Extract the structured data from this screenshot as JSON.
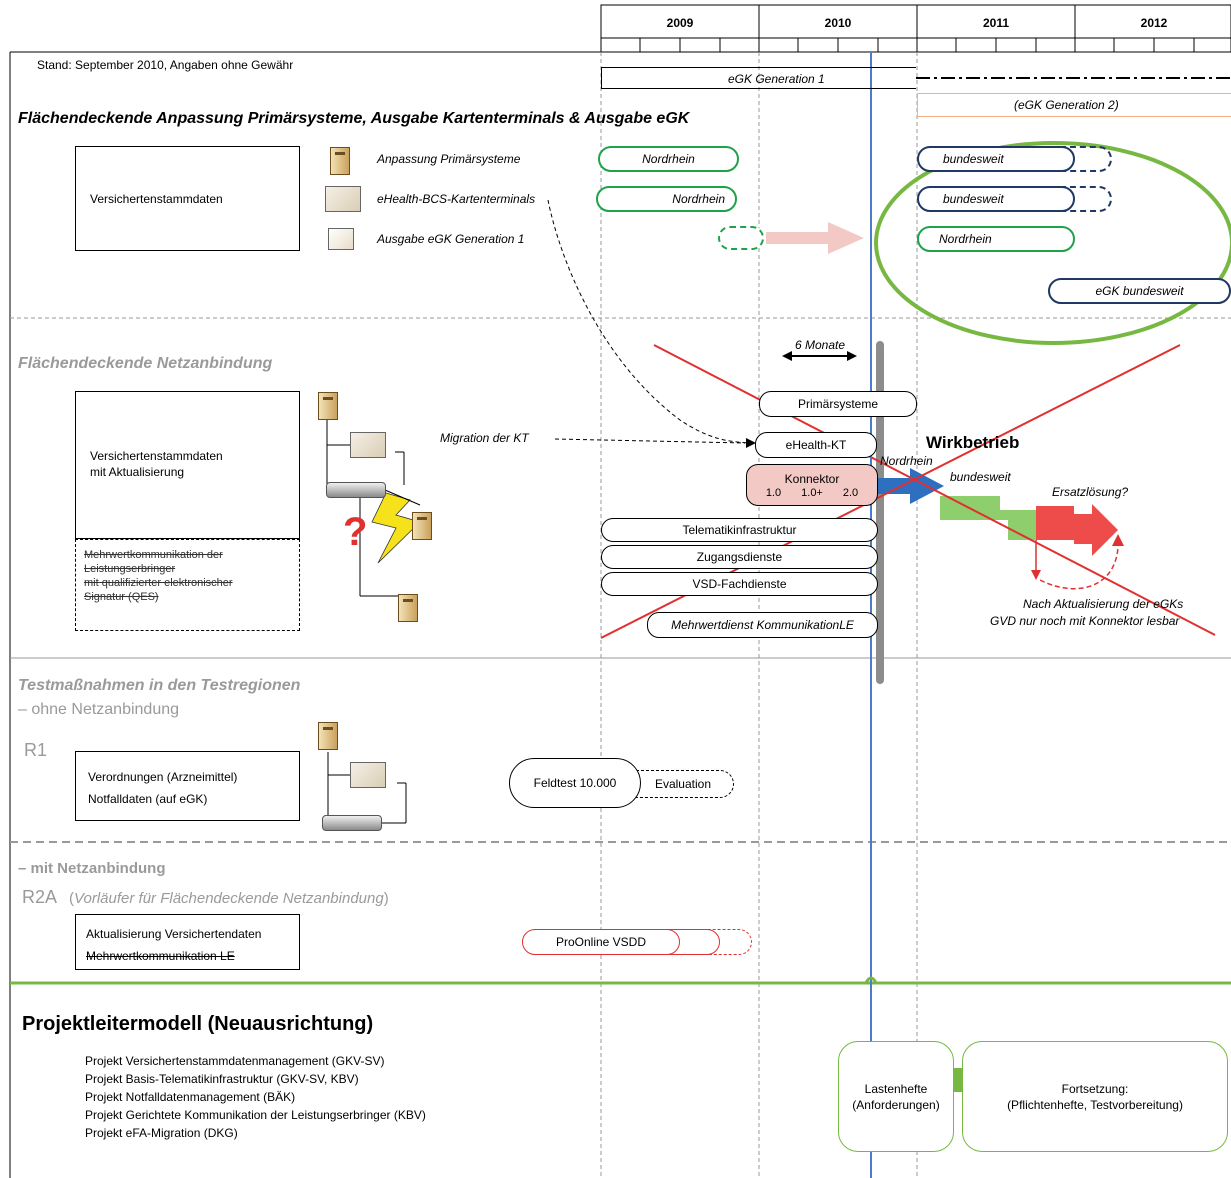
{
  "timeline": {
    "years": [
      "2009",
      "2010",
      "2011",
      "2012"
    ],
    "bars": {
      "gen1": "eGK Generation 1",
      "gen2": "(eGK Generation 2)"
    }
  },
  "stand": "Stand: September 2010, Angaben ohne Gewähr",
  "section1": {
    "title": "Flächendeckende Anpassung Primärsysteme, Ausgabe Kartenterminals & Ausgabe eGK",
    "box": "Versichertenstammdaten",
    "rows": [
      {
        "label": "Anpassung Primärsysteme",
        "bar2009": "Nordrhein",
        "bar2011": "bundesweit"
      },
      {
        "label": "eHealth-BCS-Kartenterminals",
        "bar2009": "Nordrhein",
        "bar2011": "bundesweit"
      },
      {
        "label": "Ausgabe eGK Generation 1",
        "bar2011": "Nordrhein"
      }
    ],
    "egk_bundesweit": "eGK bundesweit"
  },
  "section2": {
    "title": "Flächendeckende Netzanbindung",
    "box_line1": "Versichertenstammdaten",
    "box_line2": "mit Aktualisierung",
    "dashed_box": [
      "Mehrwertkommunikation der",
      "Leistungserbringer",
      "mit qualifizierter elektronischer",
      "Signatur (QES)"
    ],
    "question": "?",
    "migration": "Migration der KT",
    "six_months": "6 Monate",
    "pills": {
      "primaer": "Primärsysteme",
      "ehealth": "eHealth-KT",
      "konnektor": "Konnektor",
      "k10": "1.0",
      "k10plus": "1.0+",
      "k20": "2.0",
      "telematik": "Telematikinfrastruktur",
      "zugang": "Zugangsdienste",
      "vsd": "VSD-Fachdienste",
      "mehrwert": "Mehrwertdienst KommunikationLE"
    },
    "wirkbetrieb": "Wirkbetrieb",
    "nordrhein": "Nordrhein",
    "bundesweit": "bundesweit",
    "ersatz": "Ersatzlösung?",
    "note_line1": "Nach Aktualisierung der eGKs",
    "note_line2": "GVD nur noch mit Konnektor lesbar"
  },
  "section3": {
    "title": "Testmaßnahmen in den Testregionen",
    "subtitle": "– ohne Netzanbindung",
    "region": "R1",
    "box_line1": "Verordnungen (Arzneimittel)",
    "box_line2": "Notfalldaten (auf eGK)",
    "feldtest": "Feldtest 10.000",
    "evaluation": "Evaluation"
  },
  "section4": {
    "title": "– mit Netzanbindung",
    "region": "R2A",
    "vorlaeufer": "Vorläufer für Flächendeckende Netzanbindung",
    "box_line1": "Aktualisierung Versichertendaten",
    "box_line2": "Mehrwertkommunikation LE",
    "proonline": "ProOnline VSDD"
  },
  "section5": {
    "title": "Projektleitermodell (Neuausrichtung)",
    "projects": [
      "Projekt Versichertenstammdatenmanagement (GKV-SV)",
      "Projekt Basis-Telematikinfrastruktur (GKV-SV, KBV)",
      "Projekt Notfalldatenmanagement (BÄK)",
      "Projekt Gerichtete Kommunikation der Leistungserbringer (KBV)",
      "Projekt eFA-Migration (DKG)"
    ],
    "lastenhefte_line1": "Lastenhefte",
    "lastenhefte_line2": "(Anforderungen)",
    "fortsetzung_line1": "Fortsetzung:",
    "fortsetzung_line2": "(Pflichtenhefte, Testvorbereitung)"
  },
  "colors": {
    "green": "#1fa24a",
    "navy": "#1f3864",
    "red": "#e03030",
    "lightgreen": "#77b843",
    "blue": "#4a7cc9"
  }
}
